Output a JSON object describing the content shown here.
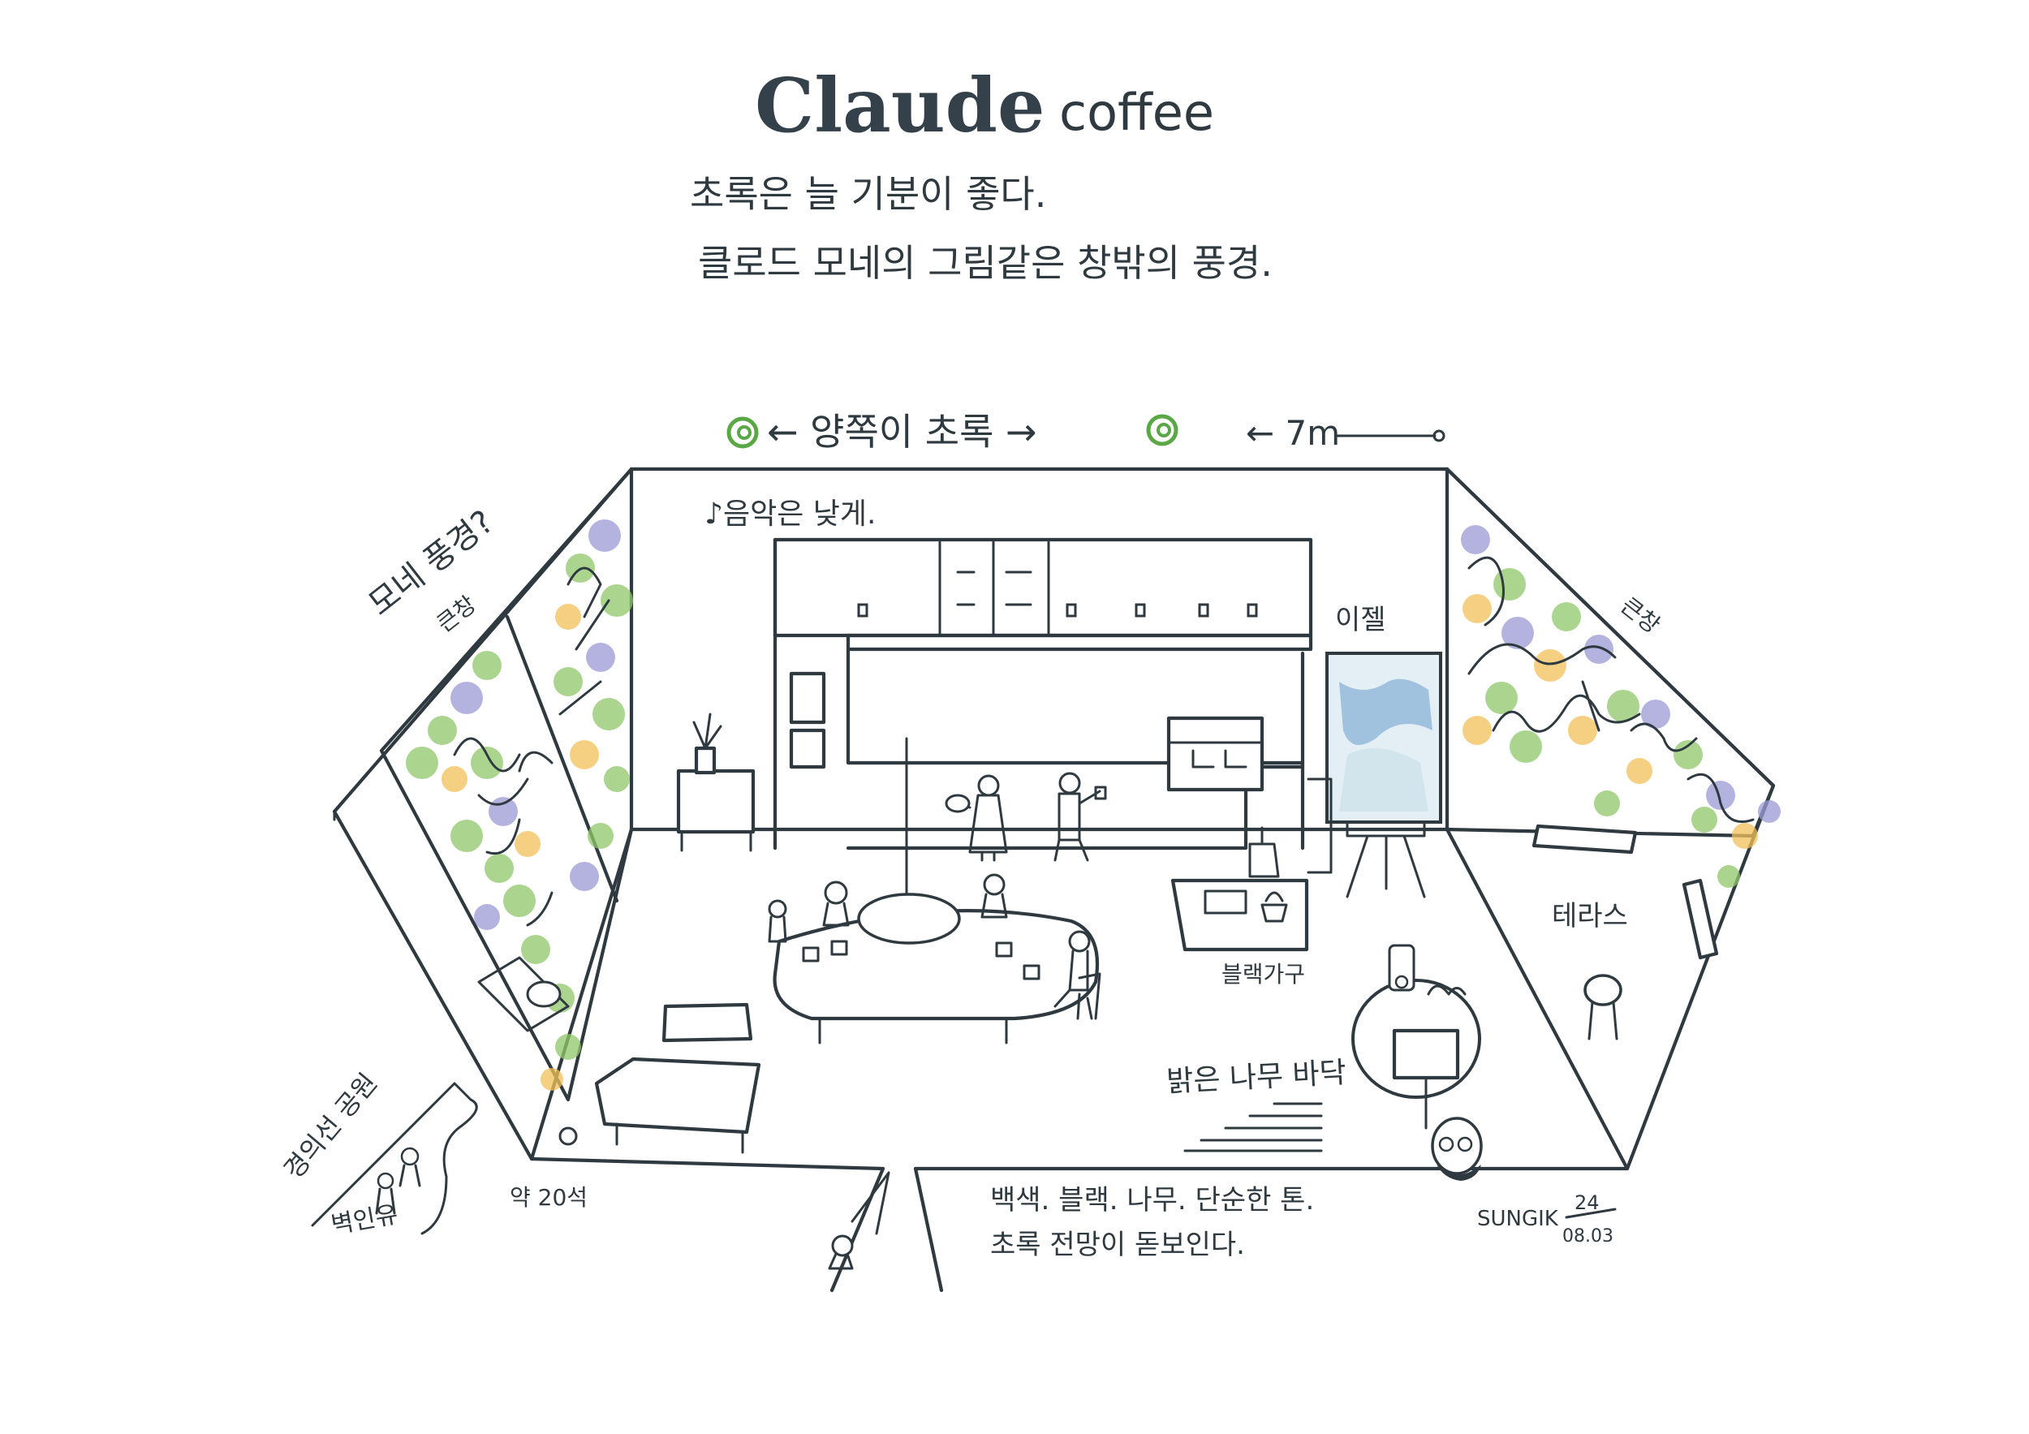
{
  "title": {
    "brand": "Claude",
    "sub": "coffee"
  },
  "tagline": [
    "초록은 늘 기분이 좋다.",
    "클로드 모네의 그림같은 창밖의 풍경."
  ],
  "notes": {
    "both_sides_green": "← 양쪽이 초록 →",
    "width": "← 7m",
    "music": "♪음악은 낮게.",
    "monet_view": "모네 풍경?",
    "big_window_left": "큰창",
    "big_window_right": "큰창",
    "easel": "이젤",
    "terrace": "테라스",
    "black_furniture": "블랙가구",
    "bright_wood_floor": "밝은 나무 바닥",
    "park": "경의선 공원",
    "seats": "약 20석",
    "materials_1": "백색. 블랙. 나무. 단순한 톤.",
    "materials_2": "초록 전망이 돋보인다.",
    "signature": "SUNGIK",
    "date_top": "24",
    "date_bottom": "08.03",
    "people": "벽인유"
  },
  "colors": {
    "ink": "#2f3a40",
    "leaf_green": "#8fc86a",
    "leaf_dark": "#5fae4a",
    "leaf_violet": "#9c9ad6",
    "leaf_yellow": "#f2c15a",
    "painting_blue": "#8fb6d8",
    "spiral_green": "#5aa845"
  },
  "icons": {
    "music": "music-note-icon",
    "green_marker": "spiral-icon",
    "plant": "potted-plant-icon"
  }
}
